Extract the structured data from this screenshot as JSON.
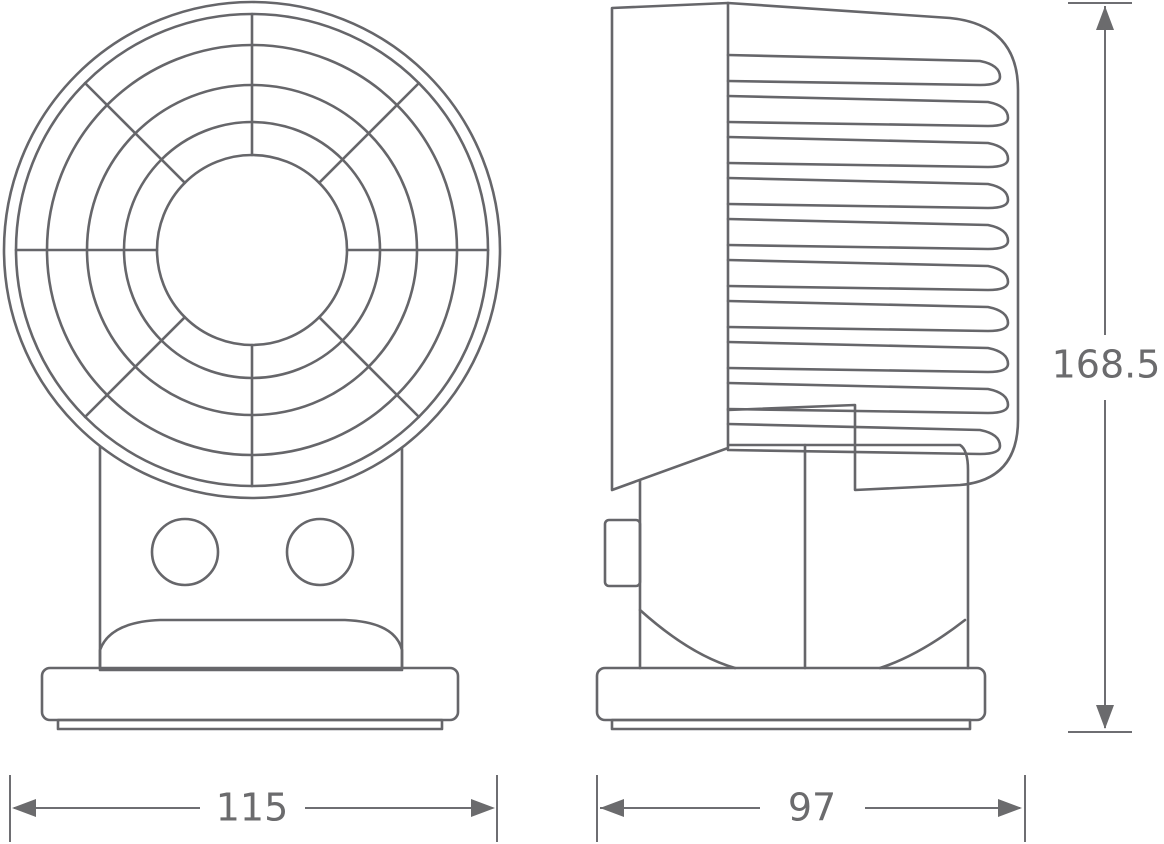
{
  "dimensions": {
    "width_front": "115",
    "depth_side": "97",
    "height": "168.5"
  },
  "colors": {
    "line": "#66666a",
    "background": "#ffffff"
  }
}
